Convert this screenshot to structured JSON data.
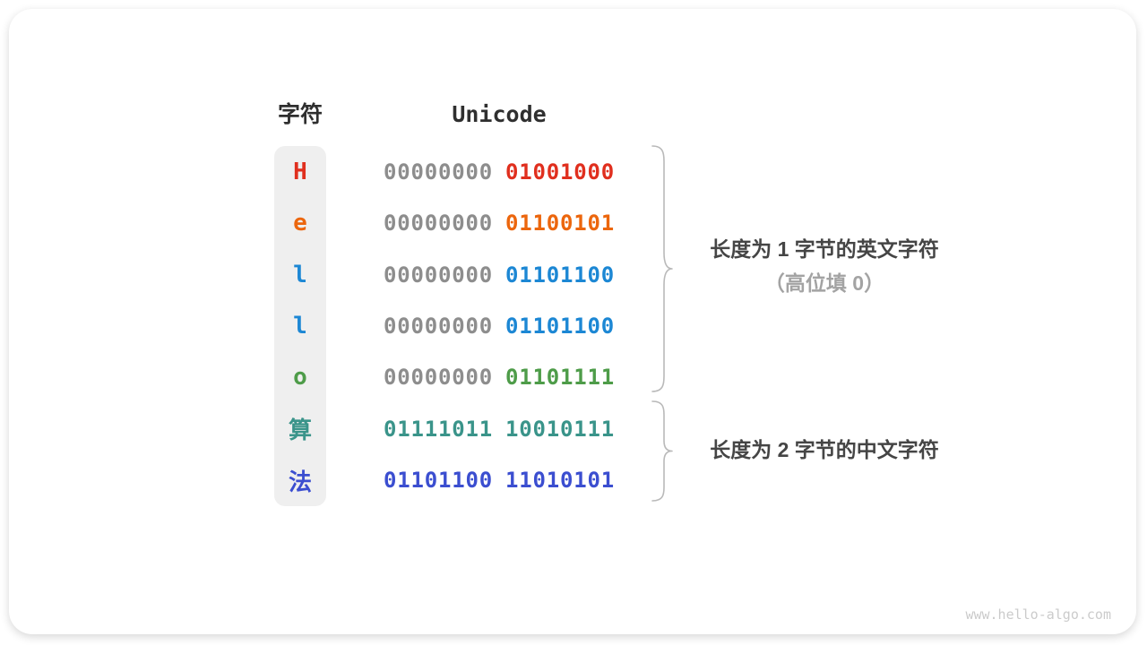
{
  "header": {
    "char_col": "字符",
    "unicode_col": "Unicode"
  },
  "rows": [
    {
      "char": "H",
      "char_color": "#e02f1e",
      "high_byte": "00000000",
      "high_color": "#8d8d8d",
      "low_byte": "01001000",
      "low_color": "#e02f1e"
    },
    {
      "char": "e",
      "char_color": "#ec660d",
      "high_byte": "00000000",
      "high_color": "#8d8d8d",
      "low_byte": "01100101",
      "low_color": "#ec660d"
    },
    {
      "char": "l",
      "char_color": "#1c87d4",
      "high_byte": "00000000",
      "high_color": "#8d8d8d",
      "low_byte": "01101100",
      "low_color": "#1c87d4"
    },
    {
      "char": "l",
      "char_color": "#1c87d4",
      "high_byte": "00000000",
      "high_color": "#8d8d8d",
      "low_byte": "01101100",
      "low_color": "#1c87d4"
    },
    {
      "char": "o",
      "char_color": "#4e9c49",
      "high_byte": "00000000",
      "high_color": "#8d8d8d",
      "low_byte": "01101111",
      "low_color": "#4e9c49"
    },
    {
      "char": "算",
      "char_color": "#3a948a",
      "high_byte": "01111011",
      "high_color": "#3a948a",
      "low_byte": "10010111",
      "low_color": "#3a948a"
    },
    {
      "char": "法",
      "char_color": "#3b4ed0",
      "high_byte": "01101100",
      "high_color": "#3b4ed0",
      "low_byte": "11010101",
      "low_color": "#3b4ed0"
    }
  ],
  "annotations": {
    "english": {
      "line1": "长度为 1 字节的英文字符",
      "line2": "（高位填 0）"
    },
    "chinese": {
      "line1": "长度为 2 字节的中文字符"
    }
  },
  "colors": {
    "column_bg": "#efefef",
    "header_text": "#2f2f2f",
    "gray_byte": "#8d8d8d",
    "brace": "#b9b9b9",
    "annotation_main": "#454545",
    "annotation_sub": "#a3a3a3",
    "watermark": "#cbcbcb"
  },
  "watermark": "www.hello-algo.com"
}
